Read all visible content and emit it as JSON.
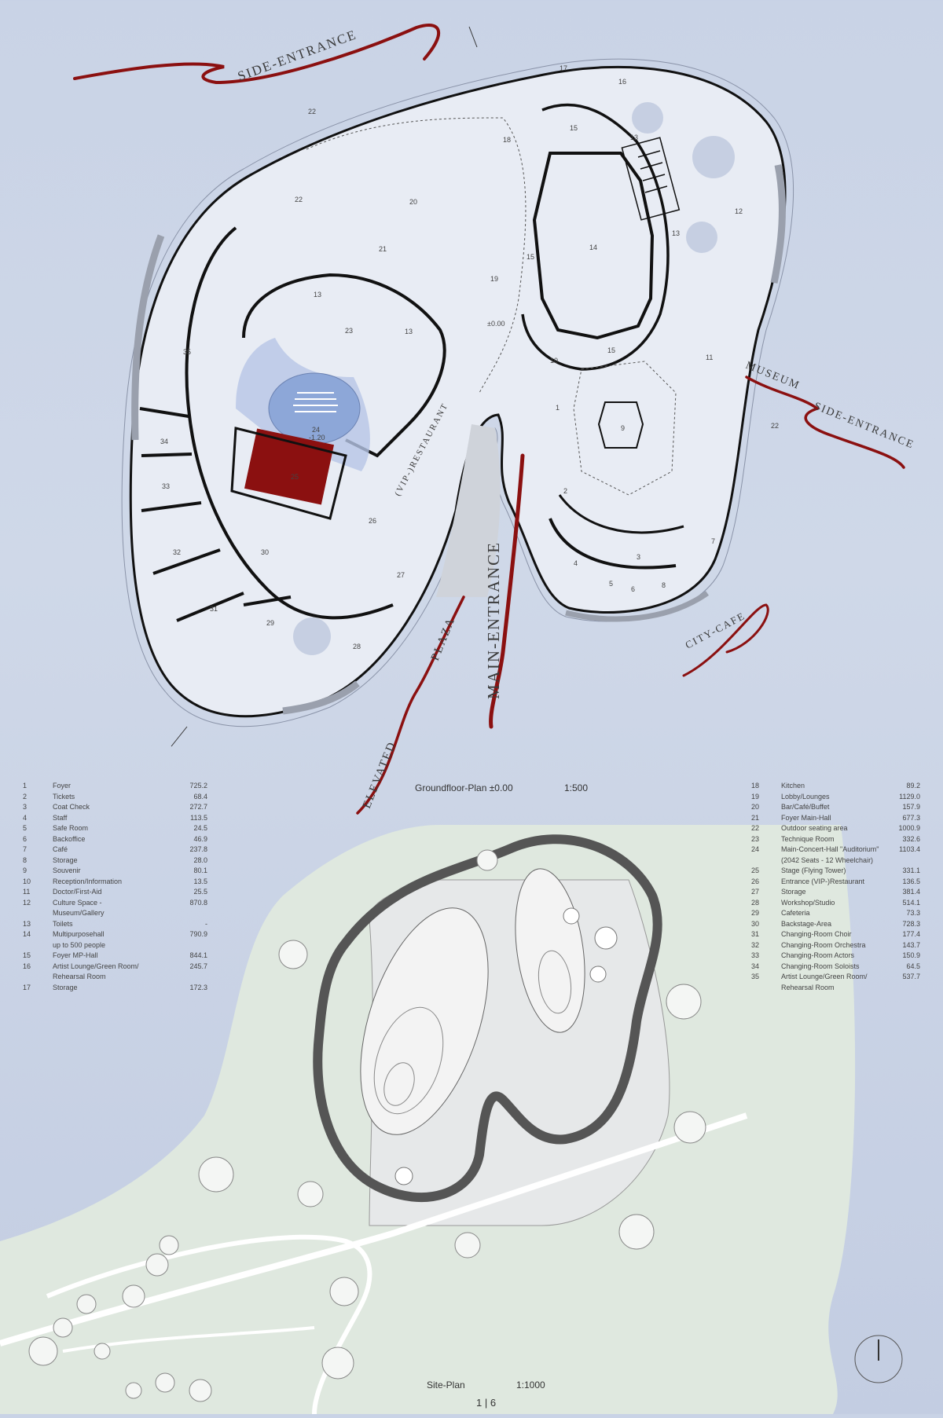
{
  "entrances": {
    "side": "SIDE-ENTRANCE",
    "main": "MAIN-ENTRANCE",
    "museum_a": "MUSEUM",
    "museum_b": "SIDE-ENTRANCE",
    "city_cafe": "CITY-CAFE",
    "elevated": "ELEVATED",
    "plaza": "PLAZA",
    "vip": "(VIP-)RESTAURANT"
  },
  "levels": {
    "foyer": "±0.00",
    "hall": "-1.20"
  },
  "plans": {
    "groundfloor_title": "Groundfloor-Plan ±0.00",
    "groundfloor_scale": "1:500",
    "site_title": "Site-Plan",
    "site_scale": "1:1000",
    "page": "1 | 6"
  },
  "rooms": {
    "r1": "1",
    "r2": "2",
    "r3": "3",
    "r4": "4",
    "r5": "5",
    "r6": "6",
    "r7": "7",
    "r8": "8",
    "r9": "9",
    "r10": "10",
    "r11": "11",
    "r12": "12",
    "r13a": "13",
    "r13b": "13",
    "r13c": "13",
    "r13d": "13",
    "r14": "14",
    "r15a": "15",
    "r15b": "15",
    "r15c": "15",
    "r16": "16",
    "r17": "17",
    "r18": "18",
    "r19": "19",
    "r20": "20",
    "r21": "21",
    "r22a": "22",
    "r22b": "22",
    "r22c": "22",
    "r23": "23",
    "r24": "24",
    "r25": "25",
    "r26": "26",
    "r27": "27",
    "r28": "28",
    "r29": "29",
    "r30": "30",
    "r31": "31",
    "r32": "32",
    "r33": "33",
    "r34": "34",
    "r35": "35"
  },
  "legend_left": [
    {
      "n": "1",
      "label": "Foyer",
      "value": "725.2"
    },
    {
      "n": "2",
      "label": "Tickets",
      "value": "68.4"
    },
    {
      "n": "3",
      "label": "Coat Check",
      "value": "272.7"
    },
    {
      "n": "4",
      "label": "Staff",
      "value": "113.5"
    },
    {
      "n": "5",
      "label": "Safe Room",
      "value": "24.5"
    },
    {
      "n": "6",
      "label": "Backoffice",
      "value": "46.9"
    },
    {
      "n": "7",
      "label": "Café",
      "value": "237.8"
    },
    {
      "n": "8",
      "label": "Storage",
      "value": "28.0"
    },
    {
      "n": "9",
      "label": "Souvenir",
      "value": "80.1"
    },
    {
      "n": "10",
      "label": "Reception/Information",
      "value": "13.5"
    },
    {
      "n": "11",
      "label": "Doctor/First-Aid",
      "value": "25.5"
    },
    {
      "n": "12",
      "label": "Culture Space -\nMuseum/Gallery",
      "value": "870.8"
    },
    {
      "n": "13",
      "label": "Toilets",
      "value": "-"
    },
    {
      "n": "14",
      "label": "Multipurposehall\nup to 500 people",
      "value": "790.9"
    },
    {
      "n": "15",
      "label": "Foyer MP-Hall",
      "value": "844.1"
    },
    {
      "n": "16",
      "label": "Artist Lounge/Green Room/\nRehearsal Room",
      "value": "245.7"
    },
    {
      "n": "17",
      "label": "Storage",
      "value": "172.3"
    }
  ],
  "legend_right": [
    {
      "n": "18",
      "label": "Kitchen",
      "value": "89.2"
    },
    {
      "n": "19",
      "label": "Lobby/Lounges",
      "value": "1129.0"
    },
    {
      "n": "20",
      "label": "Bar/Café/Buffet",
      "value": "157.9"
    },
    {
      "n": "21",
      "label": "Foyer Main-Hall",
      "value": "677.3"
    },
    {
      "n": "22",
      "label": "Outdoor seating area",
      "value": "1000.9"
    },
    {
      "n": "23",
      "label": "Technique Room",
      "value": "332.6"
    },
    {
      "n": "24",
      "label": "Main-Concert-Hall \"Auditorium\"\n(2042 Seats - 12 Wheelchair)",
      "value": "1103.4"
    },
    {
      "n": "25",
      "label": "Stage (Flying Tower)",
      "value": "331.1"
    },
    {
      "n": "26",
      "label": "Entrance (VIP-)Restaurant",
      "value": "136.5"
    },
    {
      "n": "27",
      "label": "Storage",
      "value": "381.4"
    },
    {
      "n": "28",
      "label": "Workshop/Studio",
      "value": "514.1"
    },
    {
      "n": "29",
      "label": "Cafeteria",
      "value": "73.3"
    },
    {
      "n": "30",
      "label": "Backstage-Area",
      "value": "728.3"
    },
    {
      "n": "31",
      "label": "Changing-Room Choir",
      "value": "177.4"
    },
    {
      "n": "32",
      "label": "Changing-Room Orchestra",
      "value": "143.7"
    },
    {
      "n": "33",
      "label": "Changing-Room Actors",
      "value": "150.9"
    },
    {
      "n": "34",
      "label": "Changing-Room Soloists",
      "value": "64.5"
    },
    {
      "n": "35",
      "label": "Artist Lounge/Green Room/\nRehearsal Room",
      "value": "537.7"
    }
  ],
  "colors": {
    "background": "#c9d3e6",
    "floor": "#e6eaf3",
    "wall": "#111111",
    "accent_red": "#8b1010",
    "hall_blue": "#8da7d8",
    "site_green": "#dfe8df"
  }
}
